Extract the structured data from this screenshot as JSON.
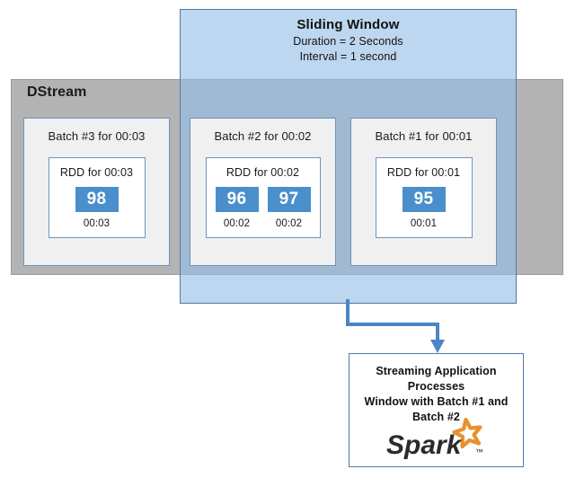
{
  "diagram": {
    "dstream": {
      "label": "DStream"
    },
    "sliding_window": {
      "title": "Sliding Window",
      "duration_line": "Duration = 2 Seconds",
      "interval_line": "Interval = 1 second"
    },
    "batches": [
      {
        "title": "Batch #3 for 00:03",
        "rdd_title": "RDD for 00:03",
        "cells": [
          {
            "value": "98",
            "time": "00:03"
          }
        ]
      },
      {
        "title": "Batch #2 for 00:02",
        "rdd_title": "RDD for 00:02",
        "cells": [
          {
            "value": "96",
            "time": "00:02"
          },
          {
            "value": "97",
            "time": "00:02"
          }
        ]
      },
      {
        "title": "Batch #1 for 00:01",
        "rdd_title": "RDD for 00:01",
        "cells": [
          {
            "value": "95",
            "time": "00:01"
          }
        ]
      }
    ],
    "streaming_app": {
      "line1": "Streaming Application",
      "line2": "Processes",
      "line3": "Window with Batch #1 and",
      "line4": "Batch #2",
      "logo_text": "Spark",
      "logo_icon": "spark-star-icon"
    },
    "connector": {
      "icon": "down-arrow-icon"
    },
    "colors": {
      "dstream_fill": "#b3b3b3",
      "sliding_window_fill": "#c3d6ec",
      "overlap_fill": "#8fa9c6",
      "value_cell": "#4a8fcc",
      "batch_fill": "#f0f0f0",
      "border_blue": "#6f93bc",
      "arrow_blue": "#4a86c8",
      "spark_orange": "#e8922e",
      "spark_dark": "#2b2b2b"
    }
  }
}
